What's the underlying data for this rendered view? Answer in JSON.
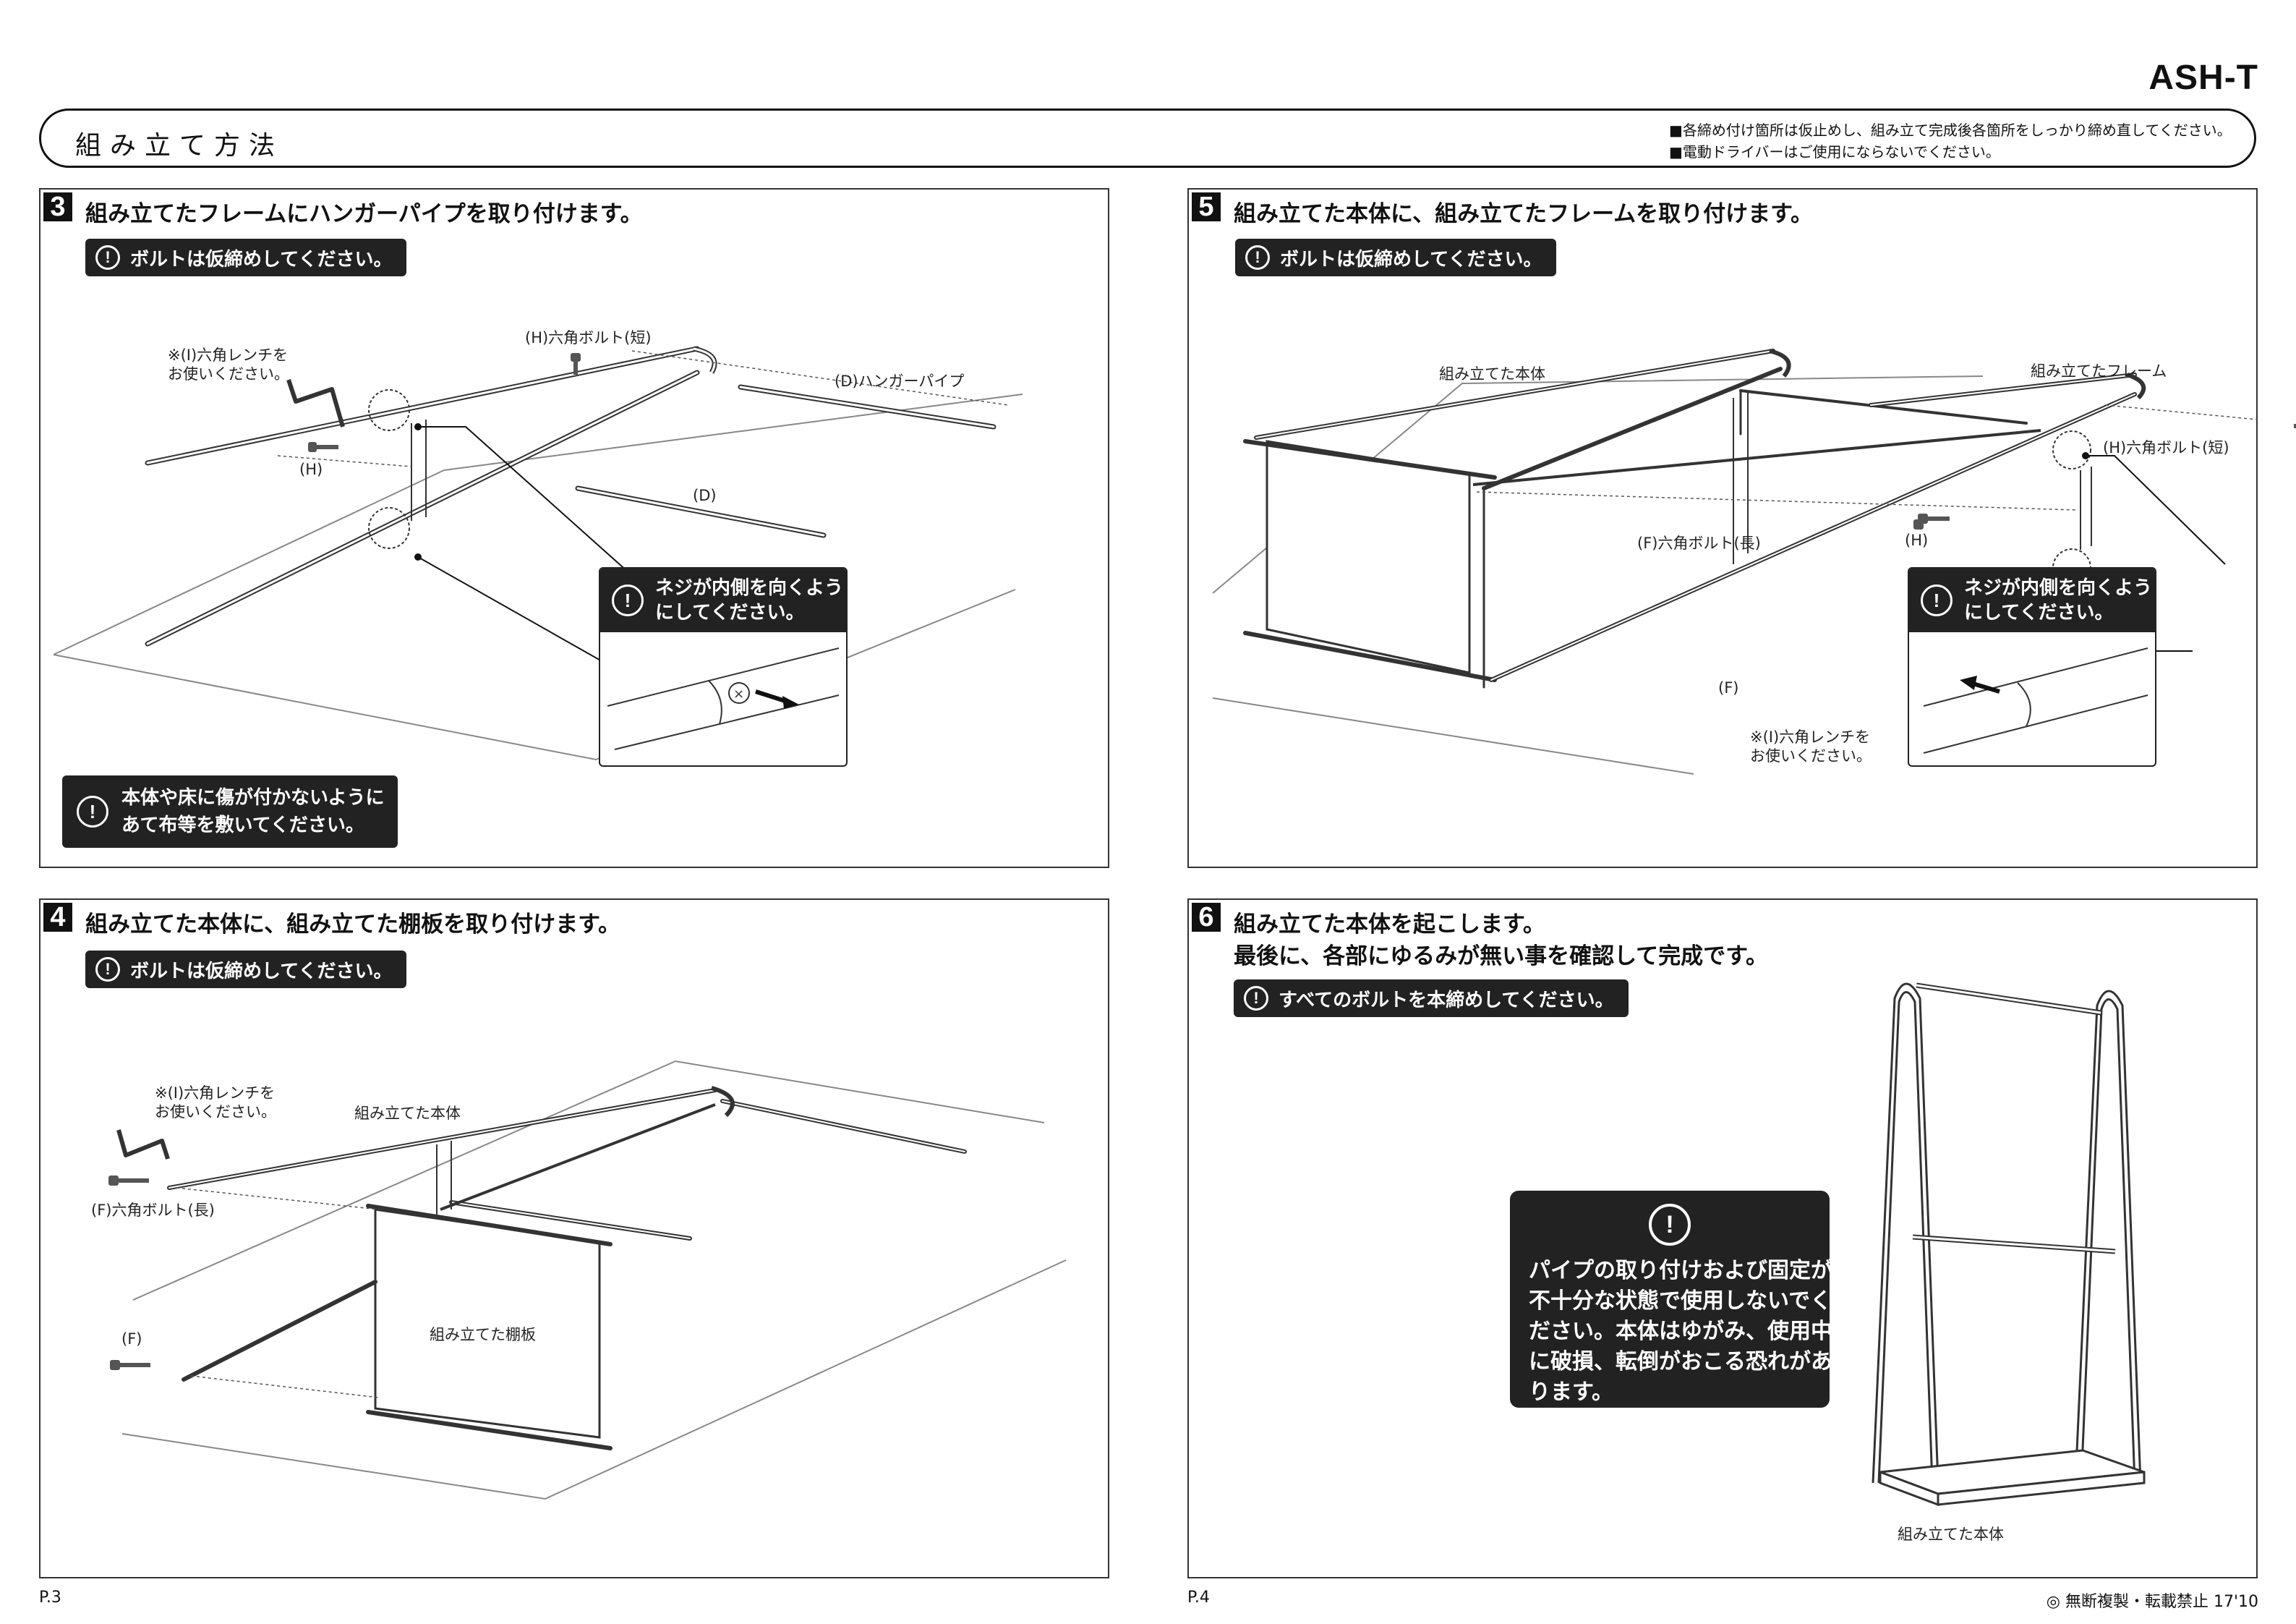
{
  "header": {
    "model": "ASH-T",
    "title": "組み立て方法",
    "notes": [
      "■各締め付け箇所は仮止めし、組み立て完成後各箇所をしっかり締め直してください。",
      "■電動ドライバーはご使用にならないでください。"
    ]
  },
  "steps": {
    "s3": {
      "number": "3",
      "title": "組み立てたフレームにハンガーパイプを取り付けます。",
      "pill": "ボルトは仮締めしてください。",
      "labels": {
        "wrench": "※(I)六角レンチを\nお使いください。",
        "bolt_short": "(H)六角ボルト(短)",
        "hanger_pipe": "(D)ハンガーパイプ",
        "h": "(H)",
        "d": "(D)"
      },
      "detail": "ネジが内側を向くよう\nにしてください。",
      "caution": "本体や床に傷が付かないように\nあて布等を敷いてください。"
    },
    "s4": {
      "number": "4",
      "title": "組み立てた本体に、組み立てた棚板を取り付けます。",
      "pill": "ボルトは仮締めしてください。",
      "labels": {
        "wrench": "※(I)六角レンチを\nお使いください。",
        "body": "組み立てた本体",
        "bolt_long": "(F)六角ボルト(長)",
        "f": "(F)",
        "shelf": "組み立てた棚板"
      }
    },
    "s5": {
      "number": "5",
      "title": "組み立てた本体に、組み立てたフレームを取り付けます。",
      "pill": "ボルトは仮締めしてください。",
      "labels": {
        "body": "組み立てた本体",
        "frame": "組み立てたフレーム",
        "bolt_short": "(H)六角ボルト(短)",
        "bolt_long": "(F)六角ボルト(長)",
        "h": "(H)",
        "f": "(F)",
        "wrench": "※(I)六角レンチを\nお使いください。"
      },
      "detail": "ネジが内側を向くよう\nにしてください。"
    },
    "s6": {
      "number": "6",
      "title_line1": "組み立てた本体を起こします。",
      "title_line2": "最後に、各部にゆるみが無い事を確認して完成です。",
      "pill": "すべてのボルトを本締めしてください。",
      "warning": "パイプの取り付けおよび固定が\n不十分な状態で使用しないでく\nださい。本体はゆがみ、使用中\nに破損、転倒がおこる恐れがあ\nります。",
      "body": "組み立てた本体"
    }
  },
  "footer": {
    "page_left": "P.3",
    "page_right": "P.4",
    "copyright": "◎ 無断複製・転載禁止  17'10"
  }
}
